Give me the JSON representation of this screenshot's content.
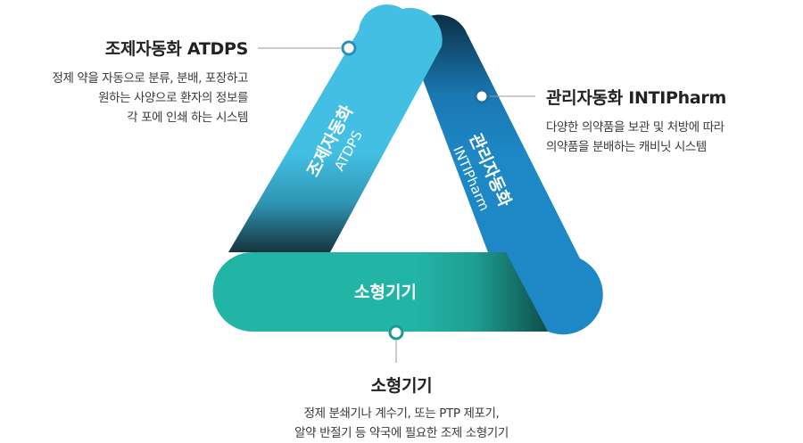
{
  "modules": {
    "atdps": {
      "band_title": "조제자동화",
      "band_sub": "ATDPS",
      "title": "조제자동화 ATDPS",
      "desc": [
        "정제 약을 자동으로 분류,  분배, 포장하고",
        "원하는 사양으로  환자의 정보를",
        "각 포에 인쇄 하는 시스템"
      ]
    },
    "intipharm": {
      "band_title": "관리자동화",
      "band_sub": "INTIPharm",
      "title": "관리자동화 INTIPharm",
      "desc": [
        "다양한 의약품을 보관 및 처방에 따라",
        "의약품을 분배하는 캐비닛 시스템"
      ]
    },
    "small": {
      "band_title": "소형기기",
      "title": "소형기기",
      "desc": [
        "정제 분쇄기나 계수기, 또는 PTP 제포기,",
        "알약 반절기 등 약국에 필요한 조제 소형기기"
      ]
    }
  },
  "colors": {
    "atdps_band": "#43bfe3",
    "intipharm_band": "#1e88c7",
    "small_band": "#22b5a6",
    "leader_line": "#9a9a9a",
    "dot_fill": "#ffffff"
  }
}
